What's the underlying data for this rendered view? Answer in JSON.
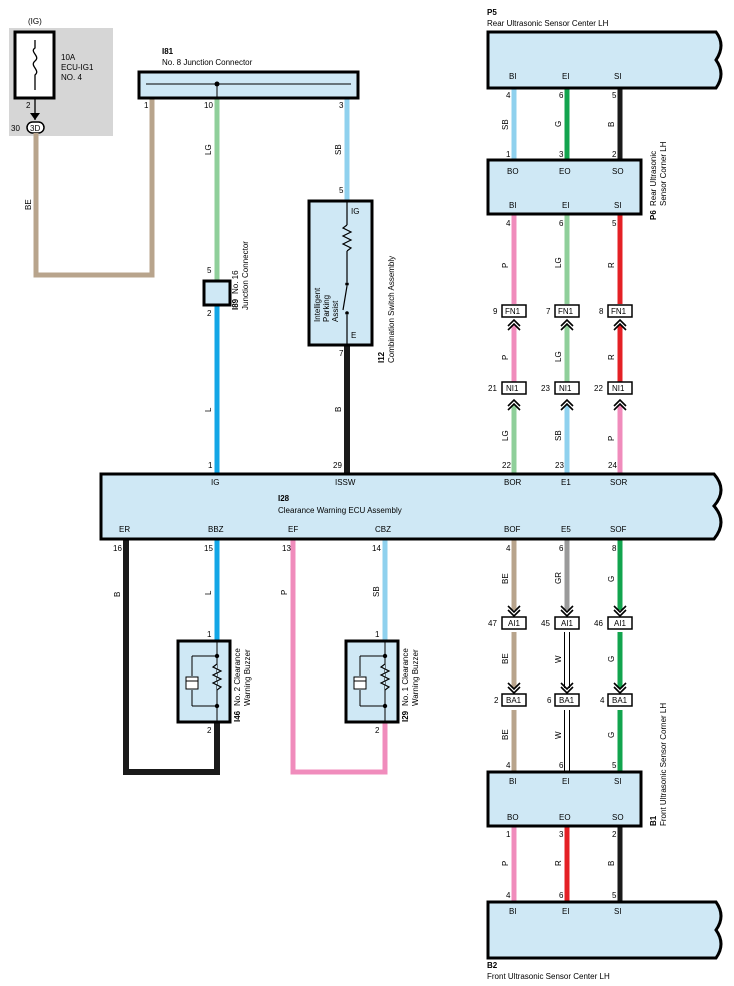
{
  "fuse": {
    "supply": "(IG)",
    "rating": "10A",
    "name": "ECU-IG1",
    "number": "NO. 4",
    "pin_top": "2",
    "pin_conn": "30",
    "conn": "3D"
  },
  "components": {
    "i81": {
      "code": "I81",
      "name": "No.  8 Junction Connector",
      "pins": {
        "left": "1",
        "mid": "10",
        "right": "3"
      }
    },
    "i89": {
      "code": "I89",
      "name": "No. 16",
      "name2": "Junction Connector",
      "pins": {
        "top": "5",
        "bottom": "2"
      }
    },
    "i12": {
      "code": "I12",
      "name": "Combination Switch Assembly",
      "pin_top": "5",
      "pin_bottom": "7",
      "term_top": "IG",
      "term_bottom": "E",
      "switch": [
        "Intelligent",
        "Parking",
        "Assist"
      ]
    },
    "p5": {
      "code": "P5",
      "name": "Rear Ultrasonic Sensor Center LH",
      "terms": [
        "BI",
        "EI",
        "SI"
      ],
      "pins": [
        "4",
        "6",
        "5"
      ]
    },
    "p6": {
      "code": "P6",
      "name": "Rear Ultrasonic",
      "name2": "Sensor Corner LH",
      "terms_top": [
        "BO",
        "EO",
        "SO"
      ],
      "pins_top": [
        "1",
        "3",
        "2"
      ],
      "terms_bottom": [
        "BI",
        "EI",
        "SI"
      ],
      "pins_bottom": [
        "4",
        "6",
        "5"
      ]
    },
    "i28": {
      "code": "I28",
      "name": "Clearance Warning ECU Assembly",
      "top_terms": [
        "IG",
        "ISSW",
        "BOR",
        "E1",
        "SOR"
      ],
      "top_pins": [
        "1",
        "29",
        "22",
        "23",
        "24"
      ],
      "bottom_terms": [
        "ER",
        "BBZ",
        "EF",
        "CBZ",
        "BOF",
        "E5",
        "SOF"
      ],
      "bottom_pins": [
        "16",
        "15",
        "13",
        "14",
        "4",
        "6",
        "8"
      ]
    },
    "i46": {
      "code": "I46",
      "name": "No.  2 Clearance",
      "name2": "Warning Buzzer",
      "pin_top": "1",
      "pin_bottom": "2"
    },
    "i29": {
      "code": "I29",
      "name": "No.  1 Clearance",
      "name2": "Warning Buzzer",
      "pin_top": "1",
      "pin_bottom": "2"
    },
    "b1": {
      "code": "B1",
      "name": "Front Ultrasonic Sensor Corner LH",
      "terms_top": [
        "BI",
        "EI",
        "SI"
      ],
      "pins_top": [
        "4",
        "6",
        "5"
      ],
      "terms_bottom": [
        "BO",
        "EO",
        "SO"
      ],
      "pins_bottom": [
        "1",
        "3",
        "2"
      ]
    },
    "b2": {
      "code": "B2",
      "name": "Front Ultrasonic Sensor Center LH",
      "terms": [
        "BI",
        "EI",
        "SI"
      ],
      "pins": [
        "4",
        "6",
        "5"
      ]
    }
  },
  "inline": {
    "fn1": {
      "label": "FN1",
      "pins": [
        "9",
        "7",
        "8"
      ]
    },
    "ni1": {
      "label": "NI1",
      "pins": [
        "21",
        "23",
        "22"
      ]
    },
    "ai1": {
      "label": "AI1",
      "pins": [
        "47",
        "45",
        "46"
      ]
    },
    "ba1": {
      "label": "BA1",
      "pins": [
        "2",
        "6",
        "4"
      ]
    }
  },
  "wire_codes": {
    "fuse_be": "BE",
    "lg_top": "LG",
    "sb_top": "SB",
    "l_main": "L",
    "b_switch": "B",
    "p5_p6": [
      "SB",
      "G",
      "B"
    ],
    "p6_fn1": [
      "P",
      "LG",
      "R"
    ],
    "fn1_ni1": [
      "P",
      "LG",
      "R"
    ],
    "ni1_ecu": [
      "LG",
      "SB",
      "P"
    ],
    "er": "B",
    "bbz": "L",
    "ef": "P",
    "cbz": "SB",
    "ecu_ai1": [
      "BE",
      "GR",
      "G"
    ],
    "ai1_ba1": [
      "BE",
      "W",
      "G"
    ],
    "ba1_b1": [
      "BE",
      "W",
      "G"
    ],
    "b1_b2": [
      "P",
      "R",
      "B"
    ]
  },
  "colors": {
    "box_fill": "#cfe8f5",
    "fuse_bg": "#d6d6d6",
    "BE": "#b8a48c",
    "LG": "#8fcf9a",
    "SB": "#8fd1ee",
    "L": "#12a6e6",
    "B": "#1a1a1a",
    "G": "#12a44e",
    "P": "#f08cbc",
    "R": "#e42025",
    "GR": "#9a9a9a",
    "W": "#ffffff"
  }
}
